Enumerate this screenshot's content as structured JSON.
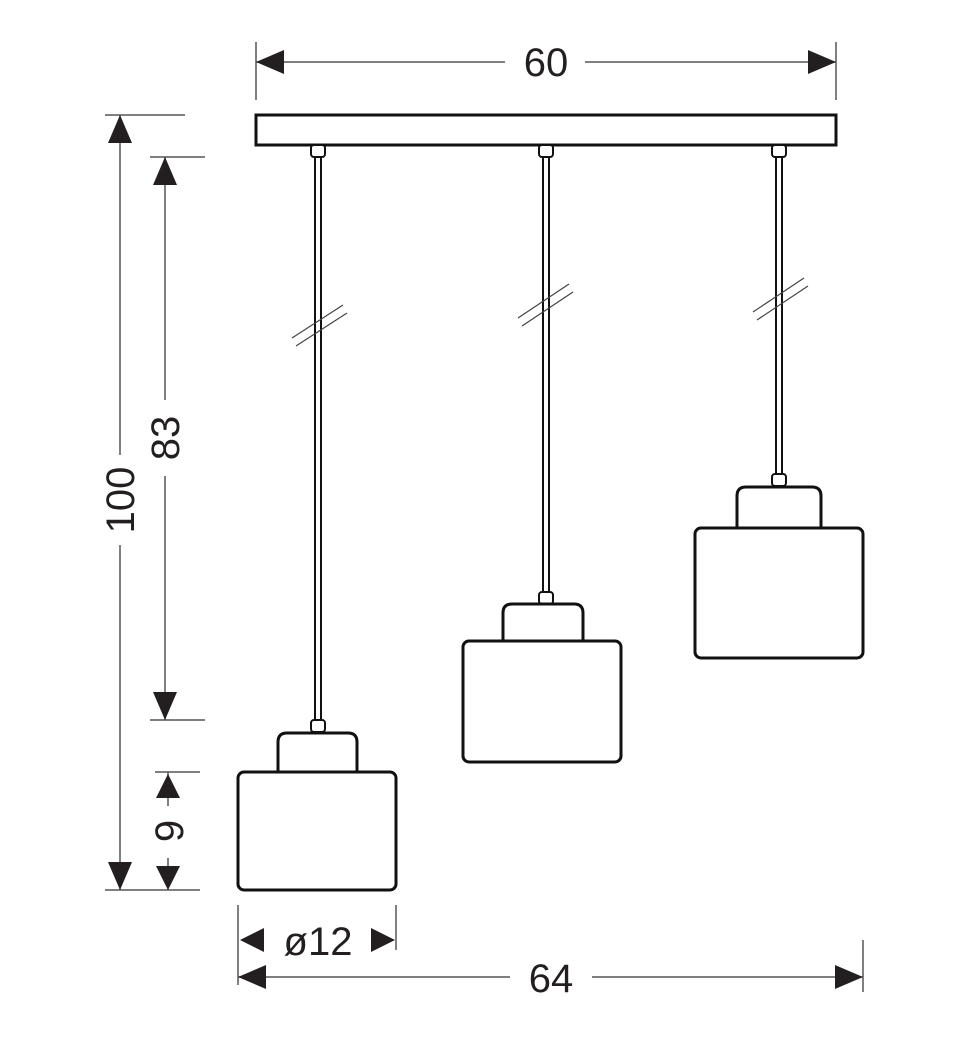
{
  "dimensions": {
    "canopy_width": "60",
    "total_width": "64",
    "total_height": "100",
    "cable_length": "83",
    "shade_height": "9",
    "shade_diameter": "ø12"
  },
  "colors": {
    "line": "#111111",
    "dimension": "#555555",
    "text": "#231f20"
  }
}
